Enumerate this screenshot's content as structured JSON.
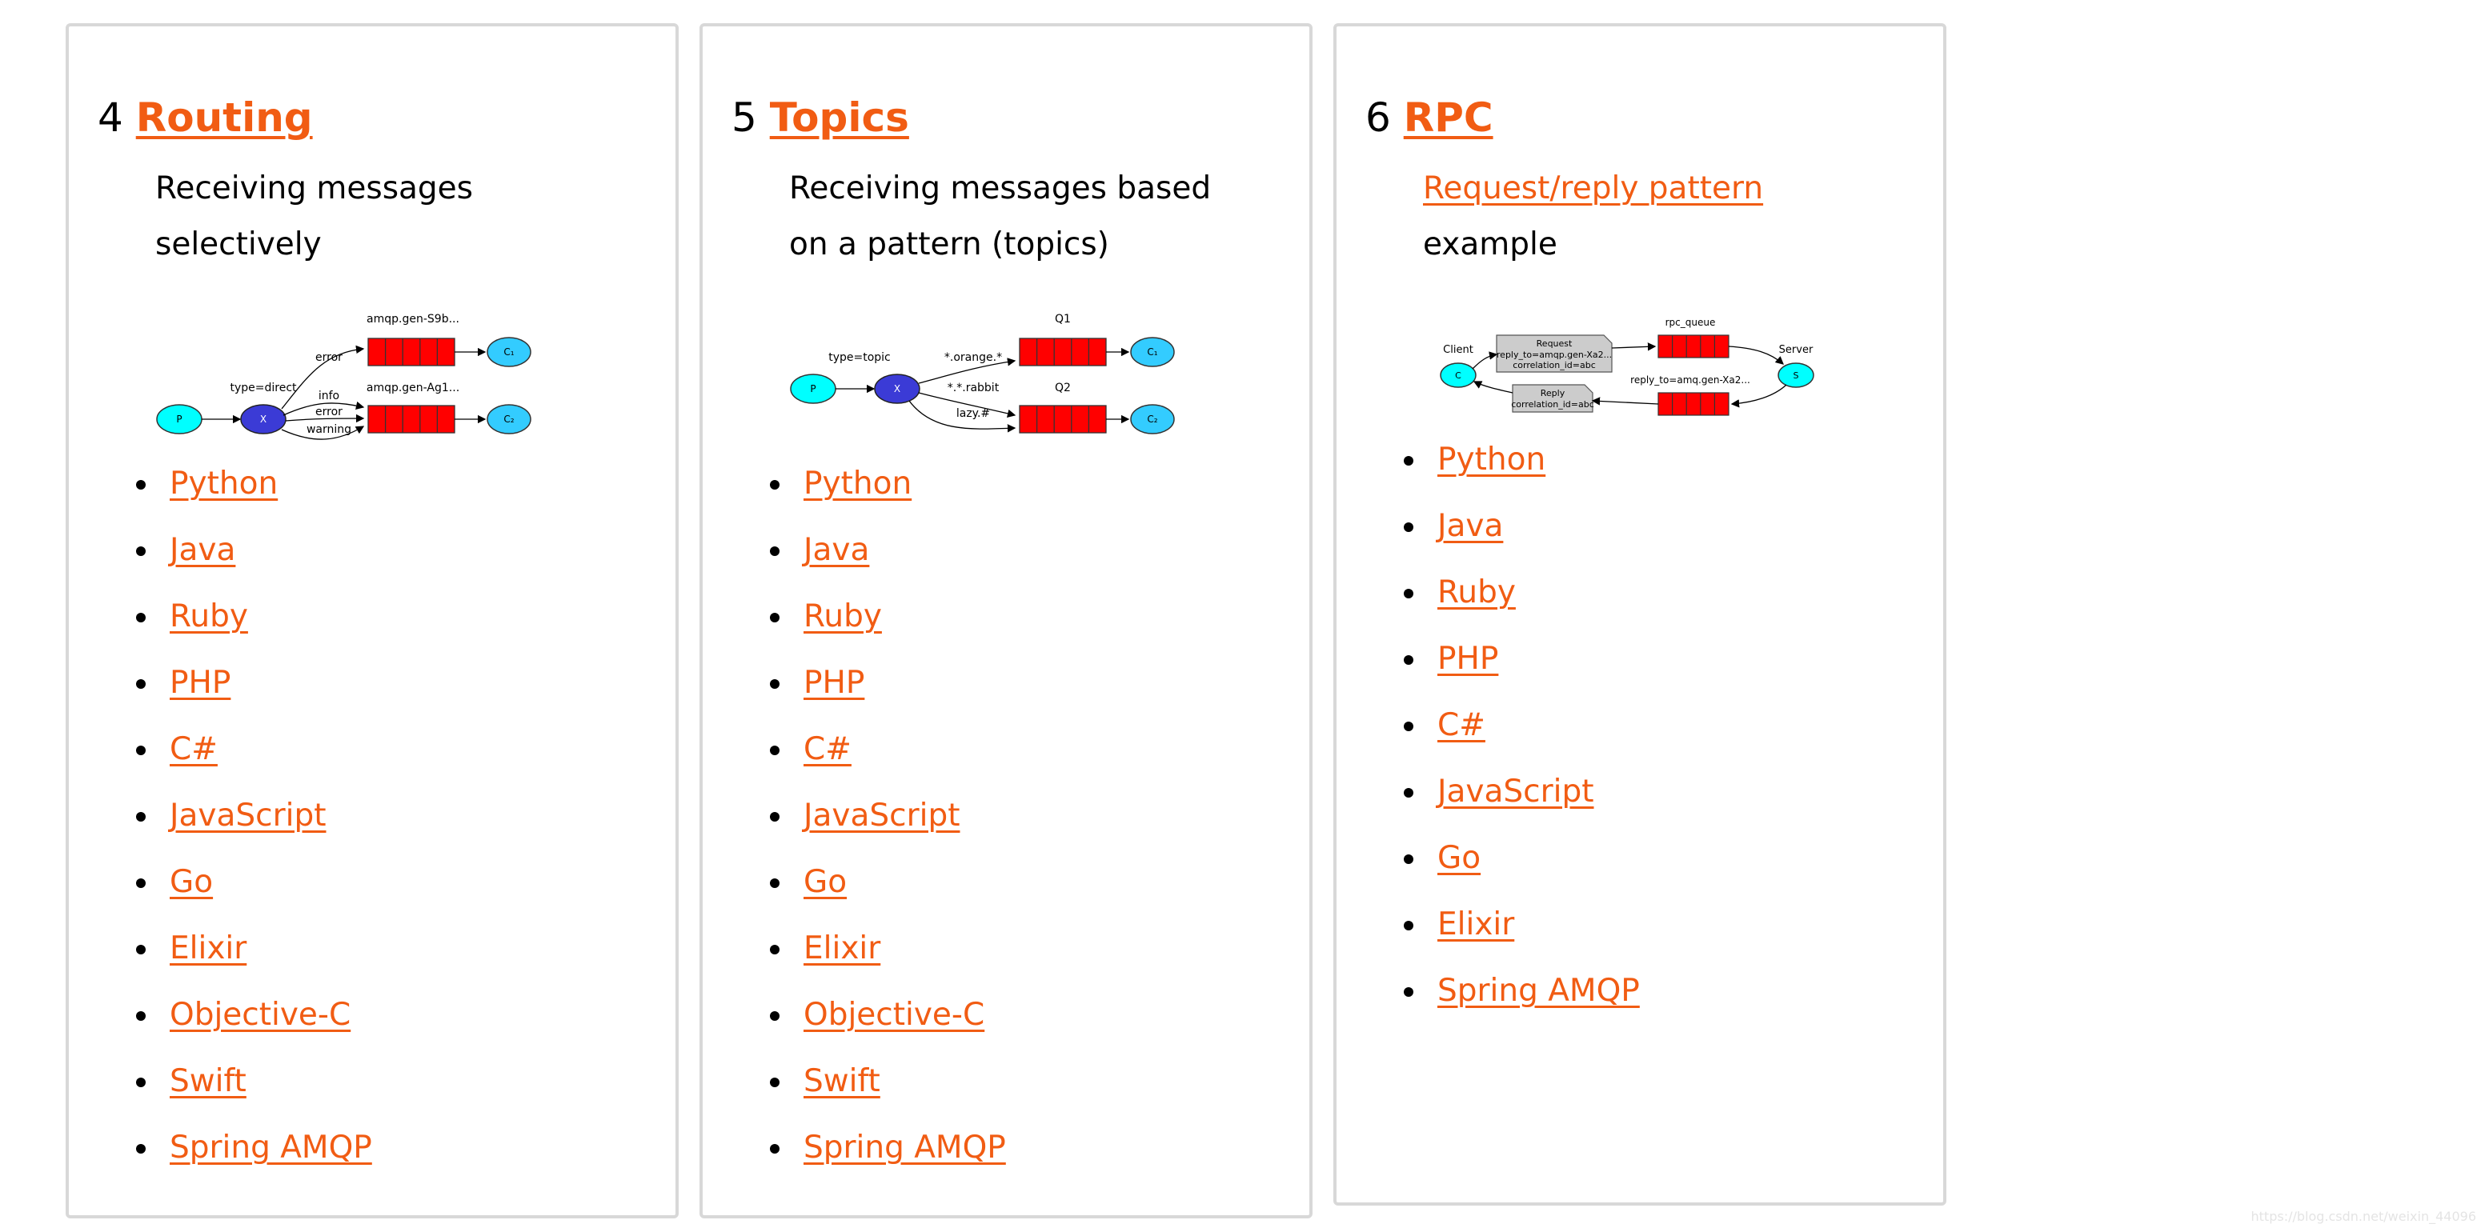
{
  "cards": [
    {
      "number": "4",
      "title": "Routing",
      "description": "Receiving messages selectively",
      "diagram": {
        "producer": "P",
        "exchange": "X",
        "exchange_type": "type=direct",
        "queue1_name": "amqp.gen-S9b...",
        "queue2_name": "amqp.gen-Ag1...",
        "binding1": "error",
        "binding2a": "info",
        "binding2b": "error",
        "binding2c": "warning",
        "consumer1": "C₁",
        "consumer2": "C₂"
      },
      "links": [
        "Python",
        "Java",
        "Ruby",
        "PHP",
        "C#",
        "JavaScript",
        "Go",
        "Elixir",
        "Objective-C",
        "Swift",
        "Spring AMQP"
      ]
    },
    {
      "number": "5",
      "title": "Topics",
      "description": "Receiving messages based on a pattern (topics)",
      "diagram": {
        "producer": "P",
        "exchange": "X",
        "exchange_type": "type=topic",
        "queue1_name": "Q1",
        "queue2_name": "Q2",
        "binding1": "*.orange.*",
        "binding2a": "*.*.rabbit",
        "binding2b": "lazy.#",
        "consumer1": "C₁",
        "consumer2": "C₂"
      },
      "links": [
        "Python",
        "Java",
        "Ruby",
        "PHP",
        "C#",
        "JavaScript",
        "Go",
        "Elixir",
        "Objective-C",
        "Swift",
        "Spring AMQP"
      ]
    },
    {
      "number": "6",
      "title": "RPC",
      "description_link": "Request/reply pattern",
      "description_rest": "example",
      "diagram": {
        "client_label": "Client",
        "client_node": "C",
        "server_label": "Server",
        "server_node": "S",
        "request_title": "Request",
        "request_reply_to": "reply_to=amqp.gen-Xa2...",
        "request_corr": "correlation_id=abc",
        "reply_title": "Reply",
        "reply_corr": "correlation_id=abc",
        "rpc_queue": "rpc_queue",
        "reply_queue": "reply_to=amq.gen-Xa2..."
      },
      "links": [
        "Python",
        "Java",
        "Ruby",
        "PHP",
        "C#",
        "JavaScript",
        "Go",
        "Elixir",
        "Spring AMQP"
      ]
    }
  ],
  "watermark": "https://blog.csdn.net/weixin_44096",
  "colors": {
    "link": "#f15c13",
    "border": "#d8d8d8",
    "queue": "#ff0000",
    "exchange": "#3b3bd6",
    "producer": "#00ffff",
    "consumer": "#33ccff",
    "message_box": "#cccccc"
  }
}
